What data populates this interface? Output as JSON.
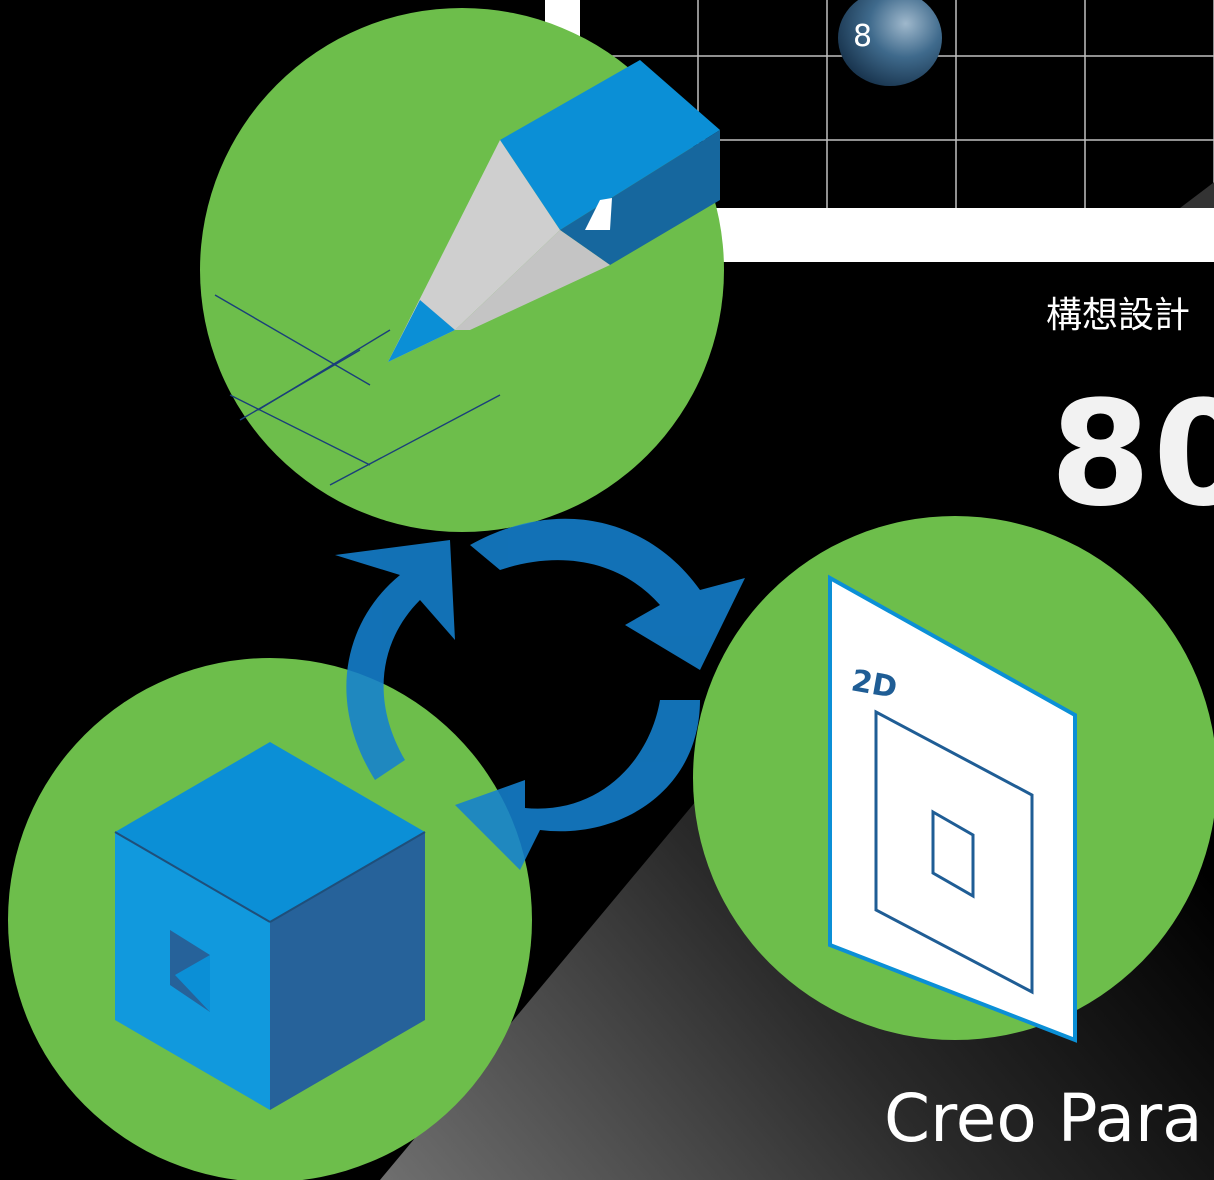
{
  "grid_badge": {
    "label": "8"
  },
  "caption_jp": "構想設計",
  "headline_number": "80",
  "footer_title": "Creo Para",
  "icons": {
    "top_circle": "pencil-drafting-icon",
    "right_circle": "2d-drawing-icon",
    "left_circle": "3d-cube-icon",
    "cycle": "cycle-arrows-icon"
  },
  "drawing_label": "2D",
  "colors": {
    "circle_green": "#6dbe4b",
    "accent_blue": "#0b8fd6",
    "dark_blue": "#1f5d95",
    "background": "#000000"
  }
}
